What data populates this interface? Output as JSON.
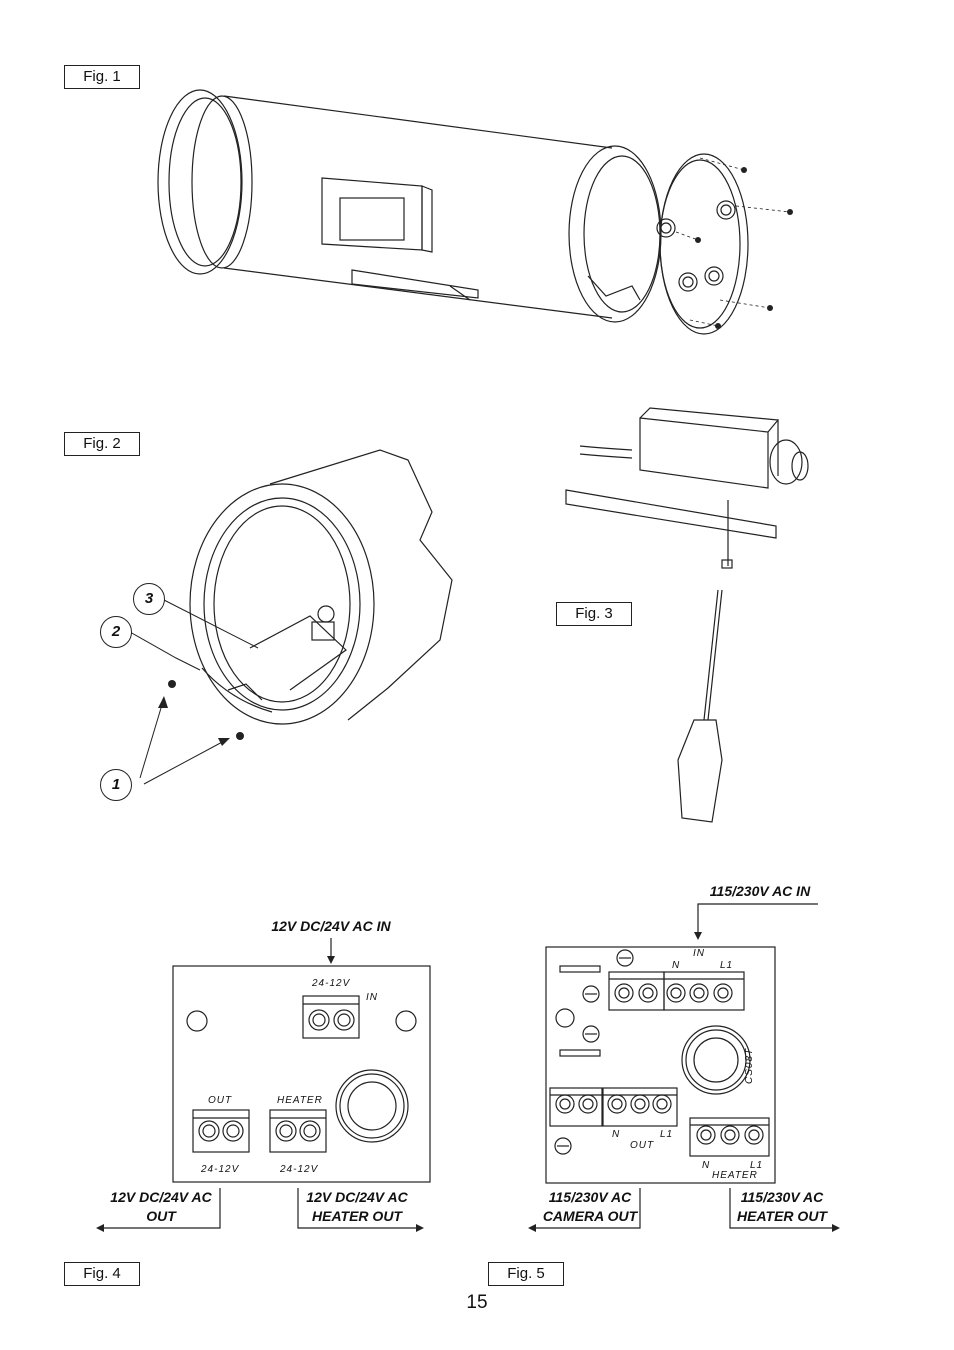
{
  "figures": {
    "fig1": "Fig. 1",
    "fig2": "Fig. 2",
    "fig3": "Fig. 3",
    "fig4": "Fig. 4",
    "fig5": "Fig. 5"
  },
  "fig2_callouts": [
    "3",
    "2",
    "1"
  ],
  "fig4": {
    "input_label": "12V DC/24V AC IN",
    "terminal_in_voltage": "24-12V",
    "terminal_in": "IN",
    "terminal_out": "OUT",
    "terminal_heater": "HEATER",
    "out_voltage": "24-12V",
    "heater_voltage": "24-12V",
    "out_label_line1": "12V DC/24V AC",
    "out_label_line2": "OUT",
    "heater_label_line1": "12V DC/24V AC",
    "heater_label_line2": "HEATER OUT"
  },
  "fig5": {
    "input_label": "115/230V AC IN",
    "in_marker": "IN",
    "n_label": "N",
    "l1_label": "L1",
    "board_code": "CS08T",
    "out_n": "N",
    "out_label": "OUT",
    "out_l1": "L1",
    "heater_n": "N",
    "heater_l1": "L1",
    "heater_label": "HEATER",
    "camera_label_line1": "115/230V AC",
    "camera_label_line2": "CAMERA OUT",
    "heater_out_line1": "115/230V AC",
    "heater_out_line2": "HEATER OUT"
  },
  "page_number": "15"
}
